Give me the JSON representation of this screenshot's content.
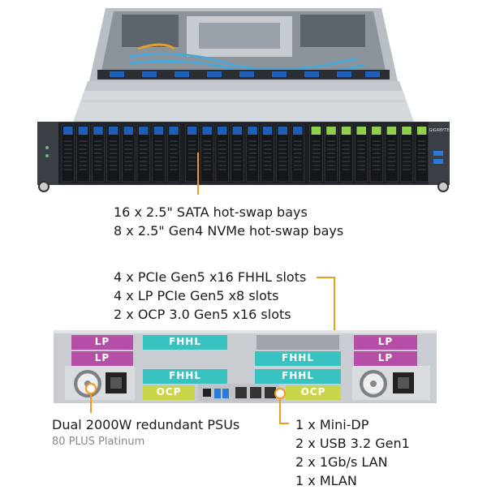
{
  "front_labels": {
    "sata": "16 x 2.5\" SATA hot-swap bays",
    "nvme": "8 x 2.5\" Gen4 NVMe hot-swap bays"
  },
  "slot_labels": {
    "fhhl": "4 x PCIe Gen5 x16 FHHL slots",
    "lp": "4 x LP PCIe Gen5 x8 slots",
    "ocp": "2 x OCP 3.0 Gen5 x16 slots"
  },
  "psu": {
    "title": "Dual 2000W redundant PSUs",
    "subtitle": "80 PLUS Platinum"
  },
  "io_labels": {
    "minidp": "1 x Mini-DP",
    "usb": "2 x USB 3.2 Gen1",
    "lan": "2 x 1Gb/s LAN",
    "mlan": "1 x MLAN"
  },
  "rear_card_labels": {
    "lp": "LP",
    "fhhl": "FHHL",
    "ocp": "OCP"
  },
  "brand": "GIGABYTE",
  "colors": {
    "accent": "#f39a1e",
    "sata_tab": "#1f5fb8",
    "nvme_tab": "#8fd14f",
    "lp_card": "#b44ea6",
    "fhhl_card": "#39c3c0",
    "ocp_card": "#c9d64a"
  }
}
